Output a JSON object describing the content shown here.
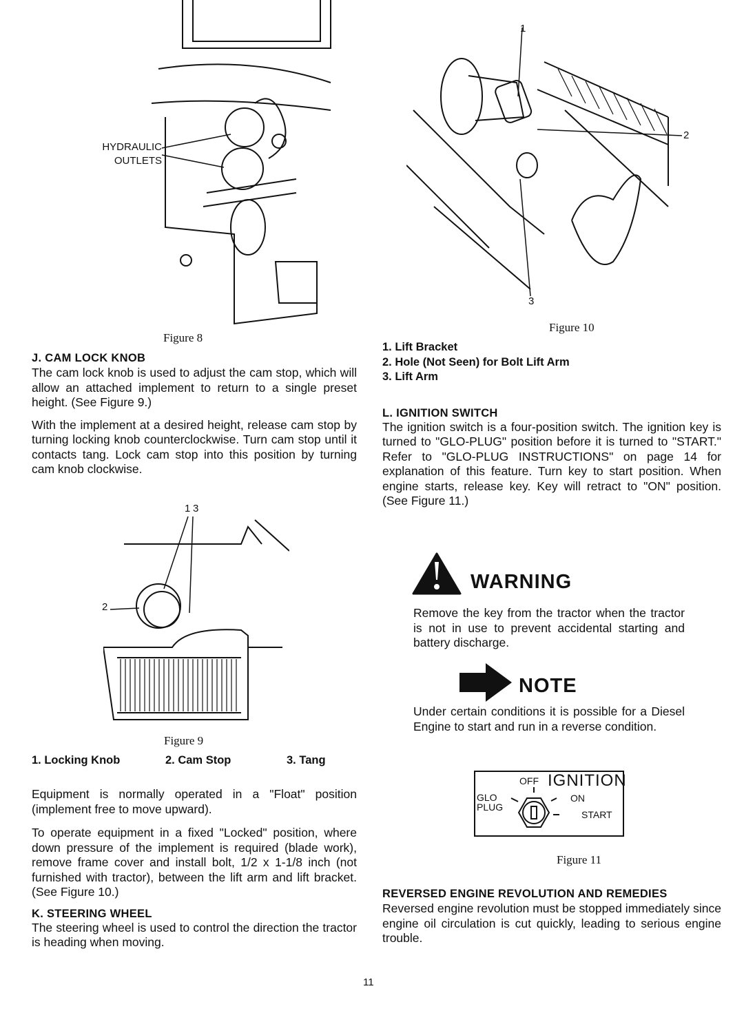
{
  "figure8": {
    "caption": "Figure 8",
    "label": "HYDRAULIC OUTLETS"
  },
  "sectionJ": {
    "heading": "J. CAM LOCK KNOB",
    "para1": "The cam lock knob is used to adjust the cam stop, which will allow an attached implement to return to a single preset height. (See Figure 9.)",
    "para2": "With the implement at a desired height, release cam stop by turning locking knob counterclockwise. Turn cam stop until it contacts tang. Lock cam stop into this position by turning cam knob clockwise."
  },
  "figure9": {
    "caption": "Figure 9",
    "callouts": [
      "1",
      "3",
      "2"
    ],
    "legend": [
      "1. Locking Knob",
      "2. Cam Stop",
      "3. Tang"
    ]
  },
  "float_para": "Equipment is normally operated in a \"Float\" position (implement free to move upward).",
  "locked_para": "To operate equipment in a fixed \"Locked\" position, where down pressure of the implement is required (blade work), remove frame cover and install bolt, 1/2 x 1-1/8 inch (not furnished with tractor), between the lift arm and lift bracket. (See Figure 10.)",
  "sectionK": {
    "heading": "K. STEERING WHEEL",
    "para": "The steering wheel is used to control the direction the tractor is heading when moving."
  },
  "figure10": {
    "caption": "Figure 10",
    "callouts": [
      "1",
      "2",
      "3"
    ],
    "legend": [
      "1. Lift Bracket",
      "2. Hole (Not Seen) for Bolt Lift Arm",
      "3. Lift Arm"
    ]
  },
  "sectionL": {
    "heading": "L. IGNITION SWITCH",
    "para": "The ignition switch is a four-position switch. The ignition key is turned to \"GLO-PLUG\" position before it is turned to \"START.\" Refer to \"GLO-PLUG INSTRUCTIONS\" on page 14 for explanation of this feature. Turn key to start position. When engine starts, release key. Key will retract to \"ON\" position. (See Figure 11.)"
  },
  "warning": {
    "title": "WARNING",
    "text": "Remove the key from the tractor when the tractor is not in use to prevent accidental starting and battery discharge."
  },
  "note": {
    "title": "NOTE",
    "text": "Under certain conditions it is possible for a Diesel Engine to start and run in a reverse condition."
  },
  "figure11": {
    "caption": "Figure 11",
    "title": "IGNITION",
    "off": "OFF",
    "glo": "GLO",
    "plug": "PLUG",
    "on": "ON",
    "start": "START"
  },
  "reversed": {
    "heading": "REVERSED ENGINE REVOLUTION AND REMEDIES",
    "para": "Reversed engine revolution must be stopped immediately since engine oil circulation is cut quickly, leading to serious engine trouble."
  },
  "page_number": "11"
}
